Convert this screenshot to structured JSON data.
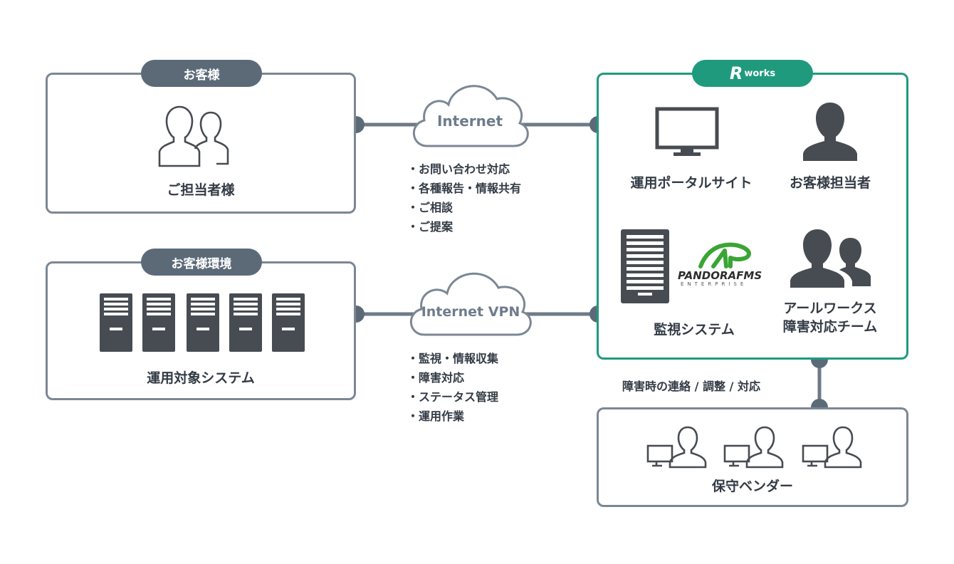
{
  "customer": {
    "tag": "お客様",
    "person_label": "ご担当者様"
  },
  "customer_env": {
    "tag": "お客様環境",
    "label": "運用対象システム"
  },
  "rworks": {
    "logo_letter": "R",
    "logo_text": "works",
    "portal_label": "運用ポータルサイト",
    "rep_label": "お客様担当者",
    "monitor_label": "監視システム",
    "team_label_line1": "アールワークス",
    "team_label_line2": "障害対応チーム",
    "pandora_name": "PANDORAFMS",
    "pandora_sub": "ENTERPRISE"
  },
  "internet": {
    "label": "Internet",
    "items": [
      "お問い合わせ対応",
      "各種報告・情報共有",
      "ご相談",
      "ご提案"
    ]
  },
  "vpn": {
    "label": "Internet VPN",
    "items": [
      "監視・情報収集",
      "障害対応",
      "ステータス管理",
      "運用作業"
    ]
  },
  "vendor": {
    "link_label": "障害時の連絡 / 調整 / 対応",
    "label": "保守ベンダー"
  },
  "colors": {
    "gray_border": "#7c8794",
    "tag_gray": "#5c6a78",
    "green": "#1f9a7d",
    "icon_dark": "#474c52",
    "pandora_green": "#3aa534"
  },
  "icons": [
    "person-outline-icon",
    "server-icon",
    "monitor-icon",
    "person-solid-icon",
    "server-rack-icon",
    "cloud-icon",
    "workstation-person-icon"
  ]
}
